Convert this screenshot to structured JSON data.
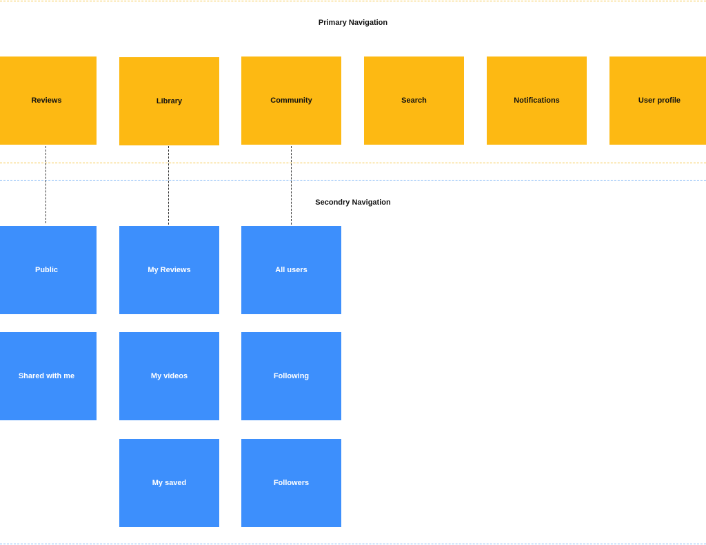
{
  "labels": {
    "primary": "Primary Navigation",
    "secondary": "Secondry Navigation"
  },
  "colors": {
    "primary_box": "#fdb913",
    "secondary_box": "#3d8ffc",
    "primary_divider": "#f5c542",
    "secondary_divider": "#7ab3f5"
  },
  "primary": [
    "Reviews",
    "Library",
    "Community",
    "Search",
    "Notifications",
    "User profile"
  ],
  "secondary": {
    "reviews": [
      "Public",
      "Shared with me"
    ],
    "library": [
      "My Reviews",
      "My videos",
      "My saved"
    ],
    "community": [
      "All users",
      "Following",
      "Followers"
    ]
  }
}
